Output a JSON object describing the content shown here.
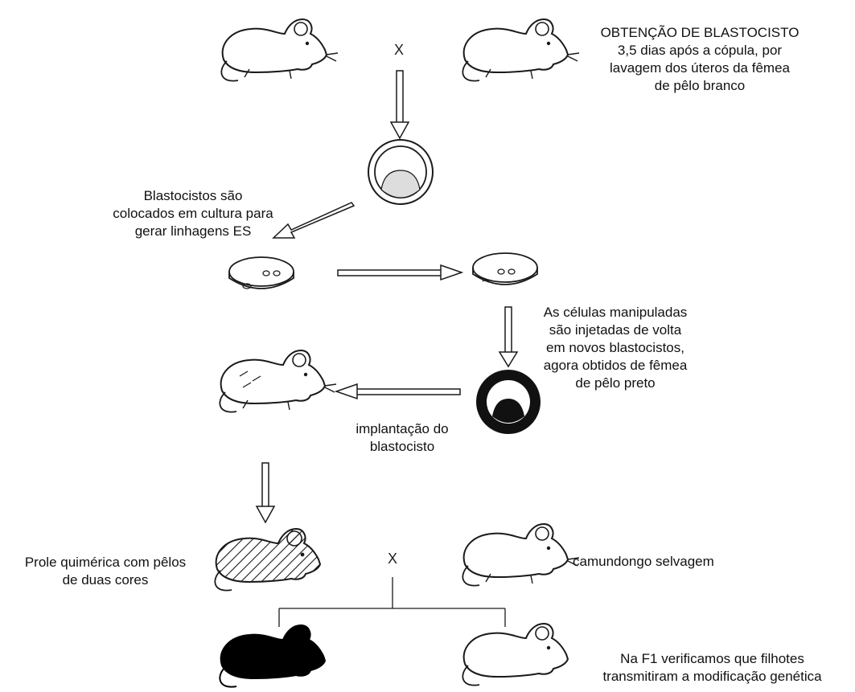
{
  "labels": {
    "blastocyst_obtain": [
      "OBTENÇÃO DE BLASTOCISTO",
      "3,5 dias após a cópula, por",
      "lavagem dos úteros da fêmea",
      "de pêlo branco"
    ],
    "culture": [
      "Blastocistos são",
      "colocados em cultura para",
      "gerar linhagens ES"
    ],
    "injected": [
      "As células manipuladas",
      "são injetadas de volta",
      "em novos blastocistos,",
      "agora obtidos de fêmea",
      "de pêlo preto"
    ],
    "implant": [
      "implantação do",
      "blastocisto"
    ],
    "chimera": [
      "Prole quimérica com pêlos",
      "de duas cores"
    ],
    "wild": [
      "camundongo selvagem"
    ],
    "f1": [
      "Na F1 verificamos que filhotes",
      "transmitiram a modificação genética"
    ],
    "cross_symbol": "X"
  },
  "colors": {
    "ink": "#1a1a1a",
    "blastocyst_fill_light": "#dddddd",
    "blastocyst_fill_dark": "#111111",
    "mouse_white": "#ffffff",
    "mouse_black": "#000000"
  }
}
